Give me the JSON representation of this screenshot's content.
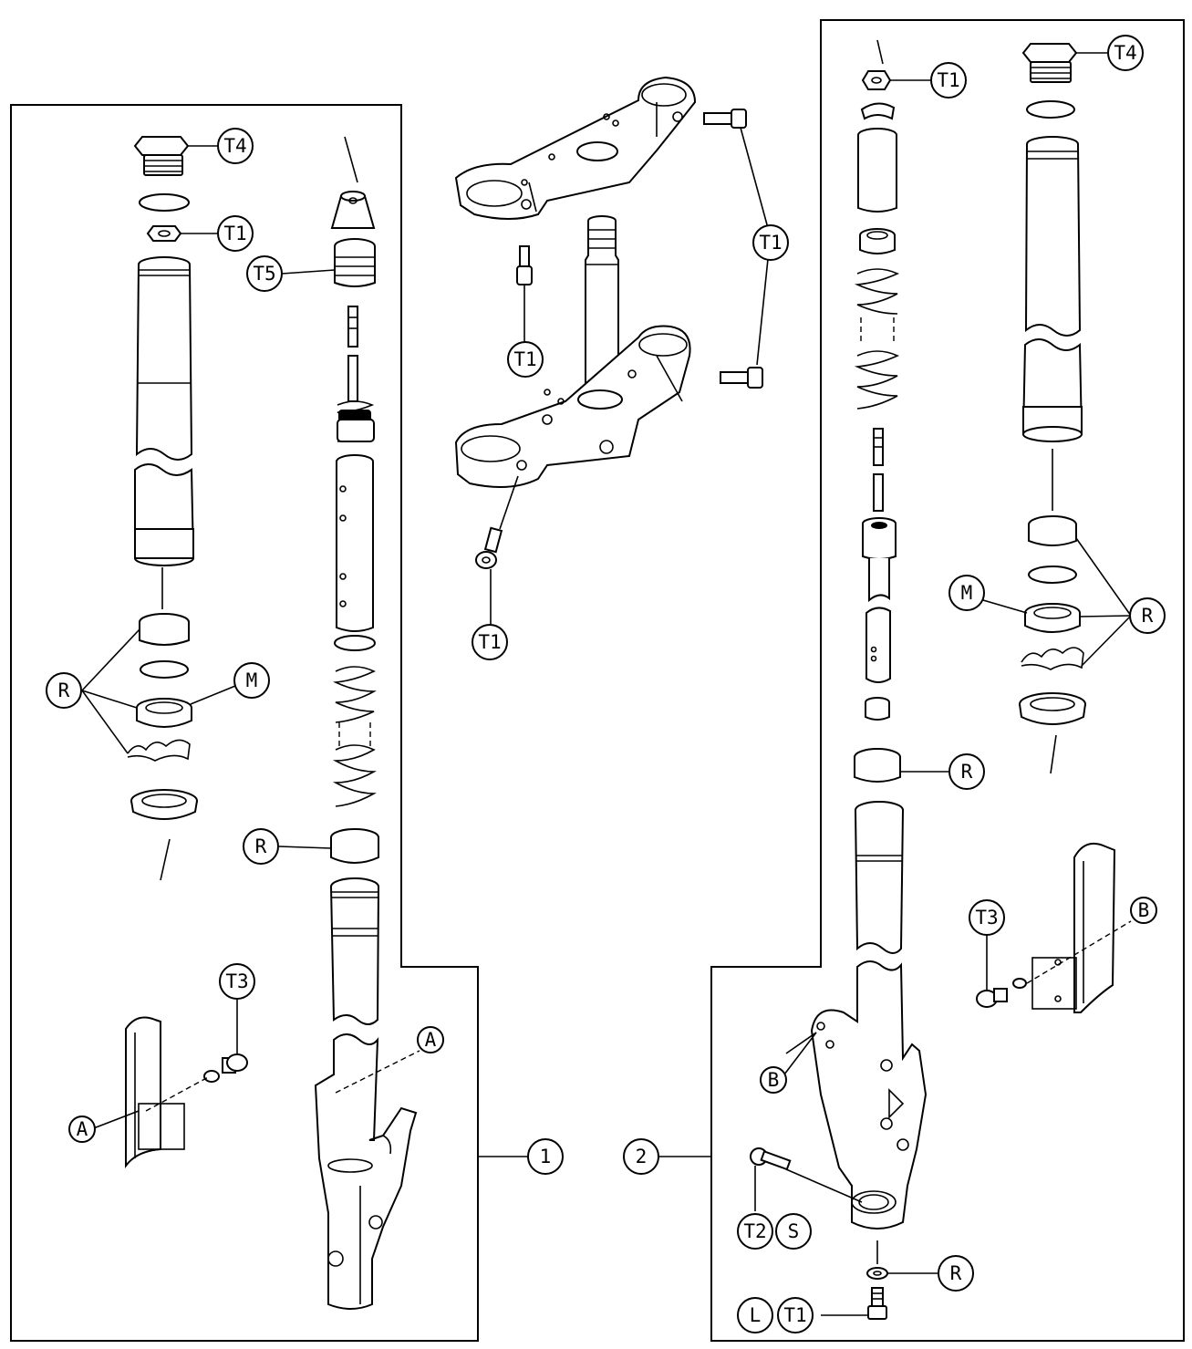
{
  "callouts": {
    "T1": "T1",
    "T2": "T2",
    "T3": "T3",
    "T4": "T4",
    "T5": "T5",
    "R": "R",
    "M": "M",
    "A": "A",
    "B": "B",
    "S": "S",
    "L": "L",
    "one": "1",
    "two": "2"
  }
}
